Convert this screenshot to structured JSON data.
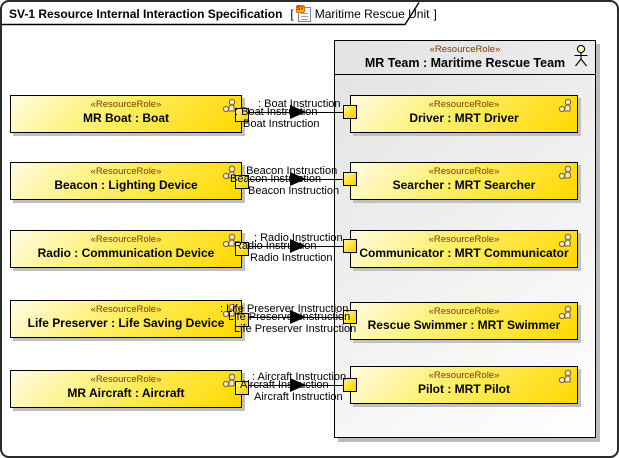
{
  "frame": {
    "heading": "SV-1 Resource Internal Interaction Specification",
    "bracket_open": "[",
    "context_name": "Maritime Rescue Unit",
    "bracket_close": "]",
    "diagram_icon": "sv-diagram-icon",
    "diagram_icon_label": "SV"
  },
  "container": {
    "stereotype": "«ResourceRole»",
    "name": "MR Team : Maritime Rescue Team",
    "icon": "actor-stick-figure-icon"
  },
  "left_nodes": [
    {
      "stereotype": "«ResourceRole»",
      "name": "MR Boat : Boat"
    },
    {
      "stereotype": "«ResourceRole»",
      "name": "Beacon : Lighting Device"
    },
    {
      "stereotype": "«ResourceRole»",
      "name": "Radio : Communication Device"
    },
    {
      "stereotype": "«ResourceRole»",
      "name": "Life Preserver : Life Saving Device"
    },
    {
      "stereotype": "«ResourceRole»",
      "name": "MR Aircraft : Aircraft"
    }
  ],
  "right_nodes": [
    {
      "stereotype": "«ResourceRole»",
      "name": "Driver : MRT Driver"
    },
    {
      "stereotype": "«ResourceRole»",
      "name": "Searcher : MRT Searcher"
    },
    {
      "stereotype": "«ResourceRole»",
      "name": "Communicator : MRT Communicator"
    },
    {
      "stereotype": "«ResourceRole»",
      "name": "Rescue Swimmer : MRT Swimmer"
    },
    {
      "stereotype": "«ResourceRole»",
      "name": "Pilot : MRT Pilot"
    }
  ],
  "connectors": [
    {
      "label_above": ": Boat Instruction",
      "label_on_line": ": Boat Instruction",
      "label_below": "Boat Instruction"
    },
    {
      "label_above": ": Beacon Instruction",
      "label_on_line": "Beacon Instruction",
      "label_below": "Beacon Instruction"
    },
    {
      "label_above": ": Radio Instruction",
      "label_on_line": "Radio Instruction",
      "label_below": "Radio Instruction"
    },
    {
      "label_above": ": Life Preserver Instruction",
      "label_on_line": "Life Preserver Instruction",
      "label_below": "Life Preserver Instruction"
    },
    {
      "label_above": ": Aircraft Instruction",
      "label_on_line": "Aircraft Instruction",
      "label_below": "Aircraft Instruction"
    }
  ],
  "colors": {
    "node_fill": "#FFD800",
    "node_fill_light": "#FFFCE3",
    "stereotype_text": "#7A3C00",
    "shadow": "#C0C0C0",
    "container_fill": "#E2E2E2",
    "line": "#000000"
  }
}
